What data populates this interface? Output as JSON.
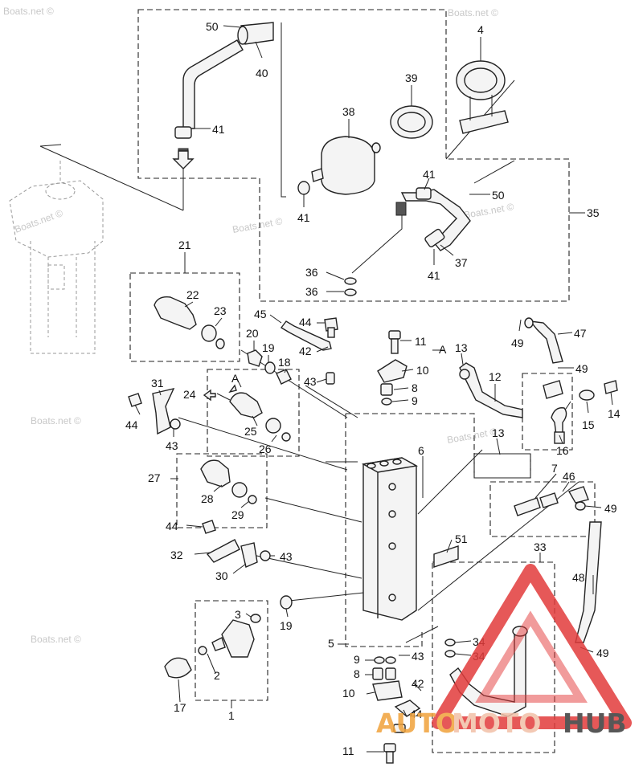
{
  "watermarks": [
    "Boats.net ©",
    "Boats.net ©",
    "Boats.net ©",
    "Boats.net ©",
    "Boats.net ©",
    "Boats.net ©",
    "Boats.net ©",
    "Boats.net ©"
  ],
  "logo": {
    "part1": "AUTO",
    "part2": "MOTO",
    "part3": "HUB",
    "colors": {
      "auto": "#f0a23a",
      "moto": "#f2c0a8",
      "hub": "#3a3a3a",
      "triangle": "#e23b3b"
    }
  },
  "callouts": {
    "c50a": "50",
    "c40": "40",
    "c41a": "41",
    "c4": "4",
    "c39": "39",
    "c38": "38",
    "c41b": "41",
    "c41c": "41",
    "c50b": "50",
    "c35": "35",
    "c37": "37",
    "c41d": "41",
    "c36a": "36",
    "c36b": "36",
    "c21": "21",
    "c22": "22",
    "c23": "23",
    "c20": "20",
    "c19a": "19",
    "c18": "18",
    "c45": "45",
    "c44a": "44",
    "c42a": "42",
    "c43a": "43",
    "c11a": "11",
    "c10a": "10",
    "c8a": "8",
    "c9a": "9",
    "cA1": "A",
    "c13a": "13",
    "c12": "12",
    "c47": "47",
    "c49a": "49",
    "c49b": "49",
    "c15": "15",
    "c14": "14",
    "c16": "16",
    "c31": "31",
    "c44b": "44",
    "c24": "24",
    "cA2": "A",
    "c25": "25",
    "c26": "26",
    "c43b": "43",
    "c6": "6",
    "c13b": "13",
    "c7": "7",
    "c46": "46",
    "c49c": "49",
    "c27": "27",
    "c28": "28",
    "c29": "29",
    "c44c": "44",
    "c32": "32",
    "c43c": "43",
    "c30": "30",
    "c51": "51",
    "c33": "33",
    "c48": "48",
    "c3": "3",
    "c19b": "19",
    "c2": "2",
    "c17": "17",
    "c1": "1",
    "c5": "5",
    "c9b": "9",
    "c8b": "8",
    "c43d": "43",
    "c10b": "10",
    "c11b": "11",
    "c34a": "34",
    "c34b": "34",
    "c42b": "42",
    "c44d": "44",
    "c49d": "49"
  }
}
